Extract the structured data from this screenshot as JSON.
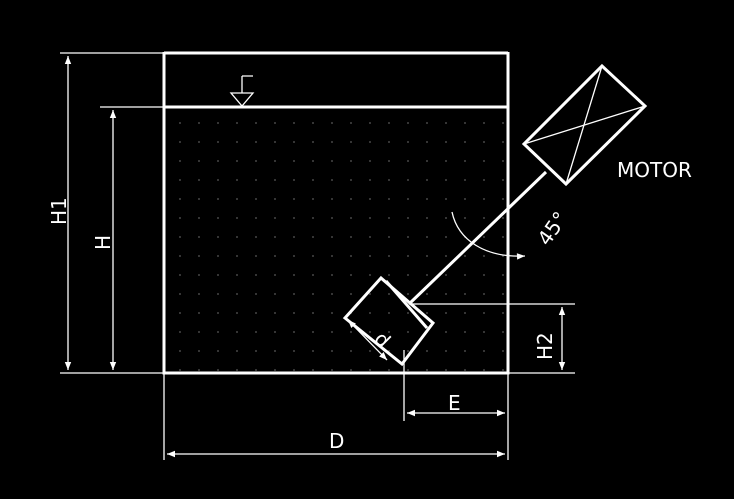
{
  "labels": {
    "motor": "MOTOR",
    "angle": "45°",
    "h1": "H1",
    "h": "H",
    "h2": "H2",
    "d": "D",
    "e": "E",
    "impeller_width": "d"
  },
  "colors": {
    "background": "#000000",
    "lines": "#ffffff",
    "fluid_dots": "#5a5a5a"
  },
  "icons": {
    "liquid_level": "liquid-level-symbol"
  }
}
